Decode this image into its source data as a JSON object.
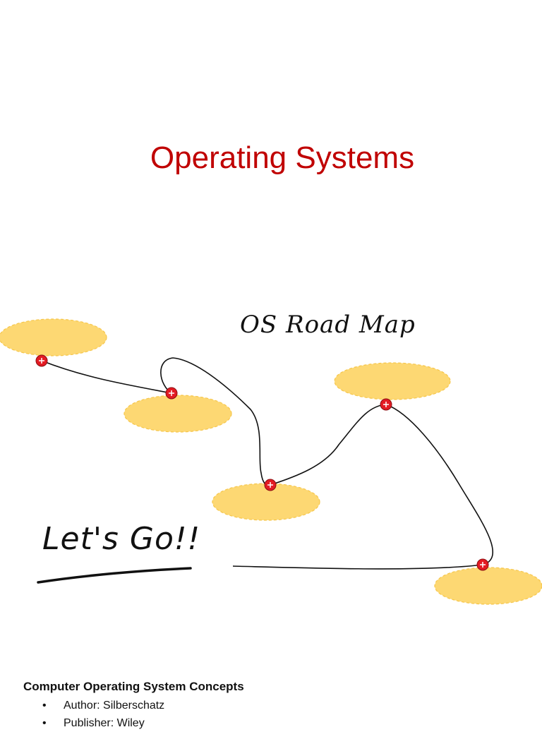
{
  "slide": {
    "title": "Operating Systems"
  },
  "roadmap": {
    "heading": "OS Road Map",
    "cta": "Let's Go!!",
    "stops": [
      {
        "label": ""
      },
      {
        "label": ""
      },
      {
        "label": ""
      },
      {
        "label": ""
      },
      {
        "label": ""
      }
    ],
    "colors": {
      "stop_fill": "#fdd873",
      "pin_fill": "#e31b23",
      "road": "#111111"
    }
  },
  "book": {
    "title": "Computer Operating System Concepts",
    "bullet_symbol": "•",
    "items": [
      "Author: Silberschatz",
      "Publisher: Wiley"
    ]
  }
}
